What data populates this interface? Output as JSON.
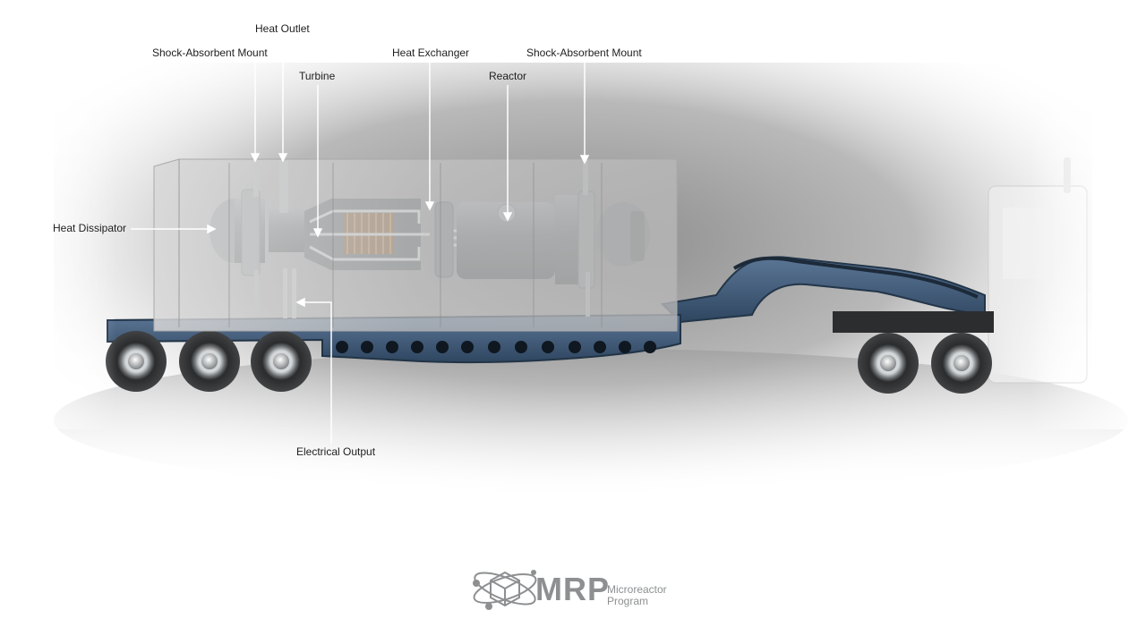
{
  "labels": {
    "heat_outlet": "Heat Outlet",
    "shock_mount_left": "Shock-Absorbent Mount",
    "turbine": "Turbine",
    "heat_exchanger": "Heat Exchanger",
    "reactor": "Reactor",
    "shock_mount_right": "Shock-Absorbent Mount",
    "heat_dissipator": "Heat Dissipator",
    "electrical_output": "Electrical Output"
  },
  "logo": {
    "acronym": "MRP",
    "line1": "Microreactor",
    "line2": "Program"
  },
  "colors": {
    "trailer_blue": "#3f5a78",
    "container_grey": "#c9c9c9",
    "leader_line": "#ffffff",
    "label_text": "#1e1e1e",
    "logo_grey": "#8d8f91"
  }
}
